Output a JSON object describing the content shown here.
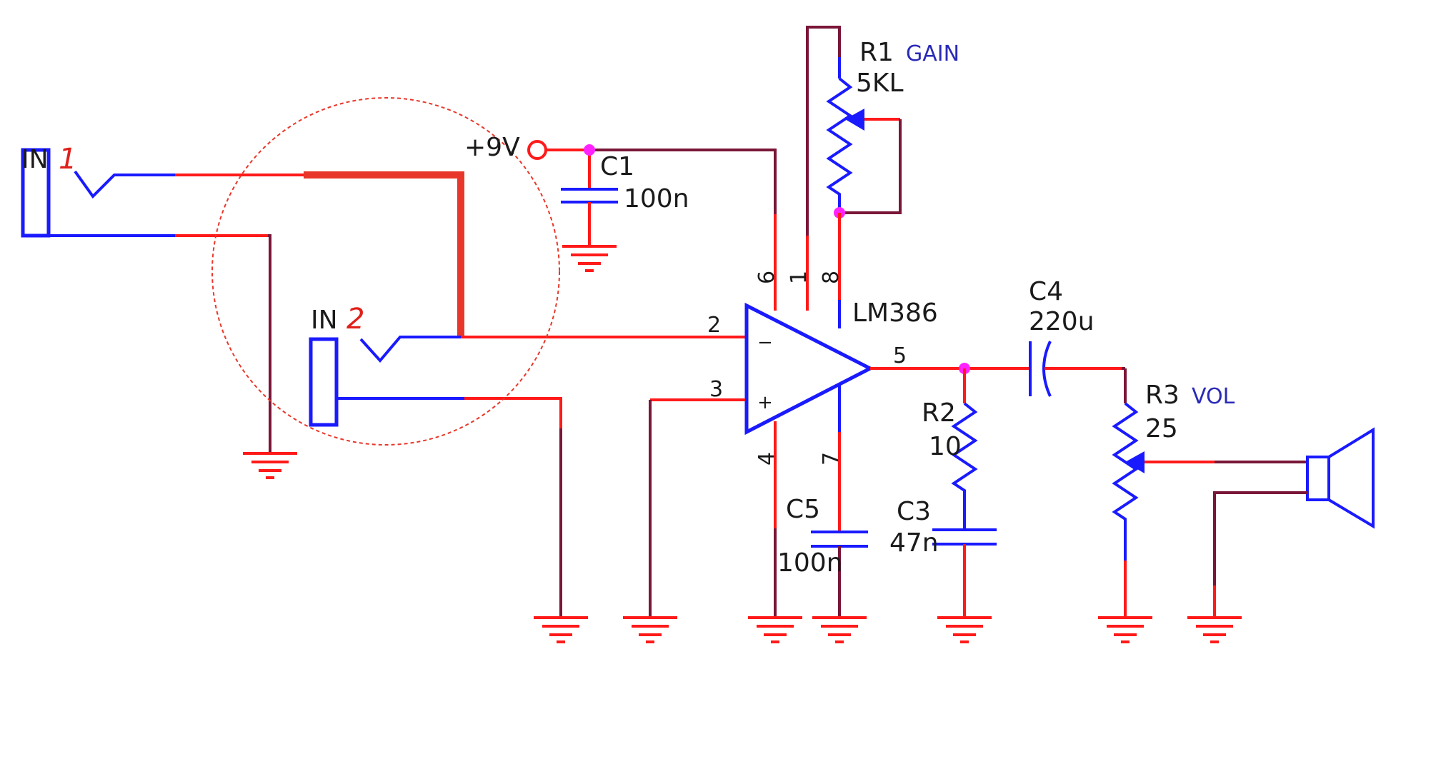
{
  "inputs": [
    {
      "prefix": "IN",
      "number": "1"
    },
    {
      "prefix": "IN",
      "number": "2"
    }
  ],
  "supply": "+9V",
  "components": {
    "c1": {
      "name": "C1",
      "value": "100n"
    },
    "r1": {
      "name": "R1",
      "value": "5KL",
      "function": "GAIN"
    },
    "ic": {
      "name": "LM386"
    },
    "c4": {
      "name": "C4",
      "value": "220u"
    },
    "r2": {
      "name": "R2",
      "value": "10"
    },
    "c3": {
      "name": "C3",
      "value": "47n"
    },
    "c5": {
      "name": "C5",
      "value": "100n"
    },
    "r3": {
      "name": "R3",
      "value": "25",
      "function": "VOL"
    }
  },
  "pins": {
    "p1": "1",
    "p2": "2",
    "p3": "3",
    "p4": "4",
    "p5": "5",
    "p6": "6",
    "p7": "7",
    "p8": "8"
  },
  "opamp_symbols": {
    "minus": "−",
    "plus": "+"
  },
  "colors": {
    "wire_red": "#ff1a1a",
    "wire_maroon": "#7a1638",
    "component_blue": "#1a1aff",
    "junction": "#ff22ff",
    "highlight_circle": "#e8372a"
  }
}
